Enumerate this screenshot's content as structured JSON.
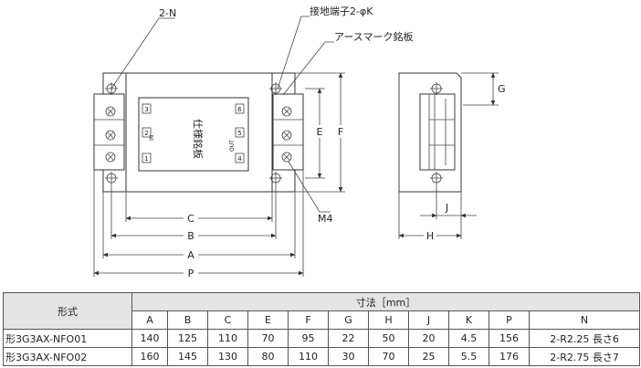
{
  "labels": {
    "n_holes": "2-N",
    "ground_terminal": "接地端子2-φK",
    "earth_mark_plate": "アースマーク銘板",
    "spec_plate": "仕様銘板",
    "m4": "M4",
    "dim_a": "A",
    "dim_b": "B",
    "dim_c": "C",
    "dim_e": "E",
    "dim_f": "F",
    "dim_g": "G",
    "dim_h": "H",
    "dim_j": "J",
    "dim_p": "P",
    "term_3": "3",
    "term_2": "2",
    "term_1": "1",
    "term_6": "6",
    "term_5": "5",
    "term_4": "4",
    "in": "IN",
    "out": "OUT"
  },
  "table": {
    "model_header": "形式",
    "dims_header": "寸法［mm］",
    "columns": [
      "A",
      "B",
      "C",
      "E",
      "F",
      "G",
      "H",
      "J",
      "K",
      "P",
      "N"
    ],
    "rows": [
      {
        "model": "形3G3AX-NFO01",
        "values": [
          "140",
          "125",
          "110",
          "70",
          "95",
          "22",
          "50",
          "20",
          "4.5",
          "156",
          "2-R2.25 長さ6"
        ]
      },
      {
        "model": "形3G3AX-NFO02",
        "values": [
          "160",
          "145",
          "130",
          "80",
          "110",
          "30",
          "70",
          "25",
          "5.5",
          "176",
          "2-R2.75 長さ7"
        ]
      }
    ]
  }
}
